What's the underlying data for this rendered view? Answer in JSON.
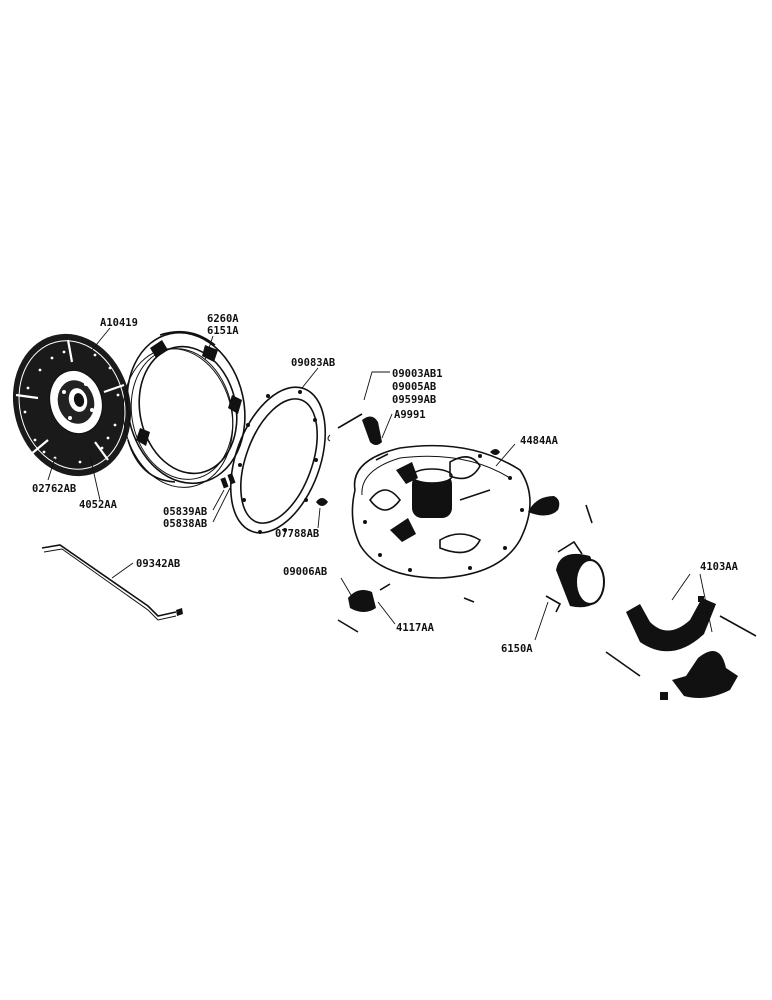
{
  "labels": {
    "a10419": "A10419",
    "p6260a": "6260A",
    "p6151a": "6151A",
    "p09083ab": "09083AB",
    "p09003ab1": "09003AB1",
    "p09005ab": "09005AB",
    "p09599ab": "09599AB",
    "a9991": "A9991",
    "p4484aa": "4484AA",
    "p02762ab": "02762AB",
    "p4052aa": "4052AA",
    "p05839ab": "05839AB",
    "p05838ab": "05838AB",
    "p07788ab": "07788AB",
    "p09342ab": "09342AB",
    "p09006ab": "09006AB",
    "p4117aa": "4117AA",
    "p6150a": "6150A",
    "p4103aa": "4103AA"
  },
  "colors": {
    "ink": "#111111",
    "paper": "#ffffff"
  }
}
